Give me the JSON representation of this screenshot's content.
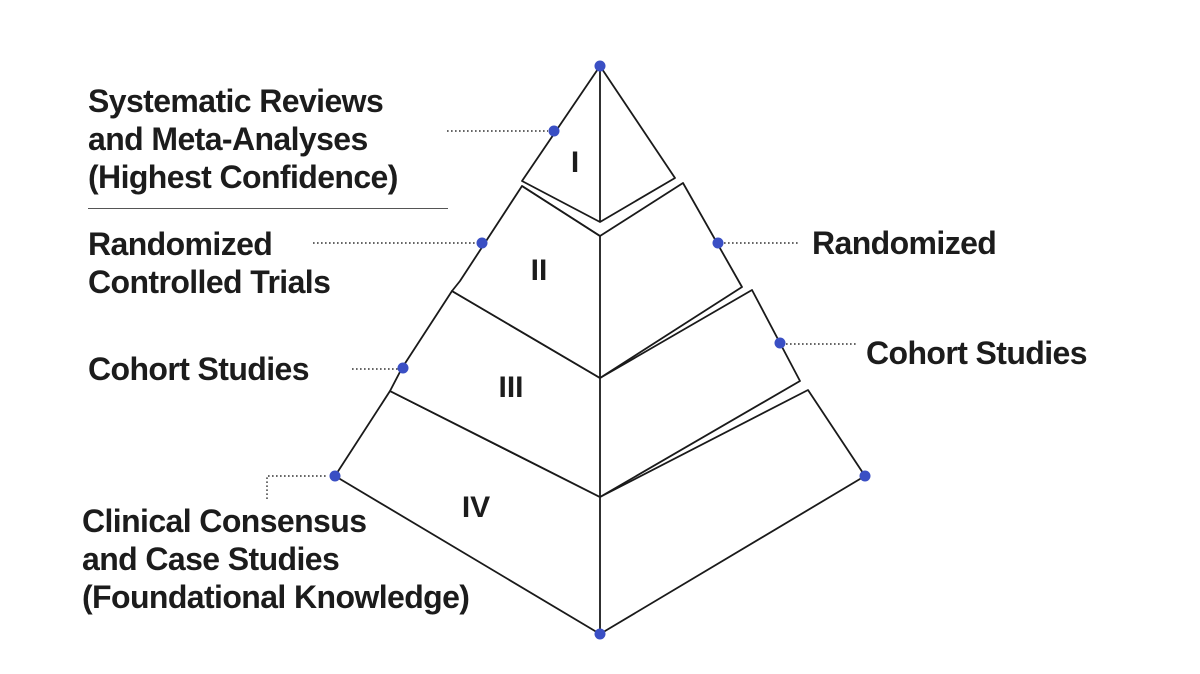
{
  "tiers": [
    {
      "numeral": "I"
    },
    {
      "numeral": "II"
    },
    {
      "numeral": "III"
    },
    {
      "numeral": "IV"
    }
  ],
  "left_labels": {
    "tier1": [
      "Systematic Reviews",
      "and Meta-Analyses",
      "(Highest Confidence)"
    ],
    "tier2": [
      "Randomized",
      "Controlled Trials"
    ],
    "tier3": [
      "Cohort Studies"
    ],
    "tier4": [
      "Clinical Consensus",
      "and Case Studies",
      "(Foundational Knowledge)"
    ]
  },
  "right_labels": {
    "tier2": "Randomized",
    "tier3": "Cohort Studies"
  },
  "colors": {
    "line": "#1a1a1a",
    "marker": "#3a4fc4",
    "text": "#1c1c1c"
  }
}
